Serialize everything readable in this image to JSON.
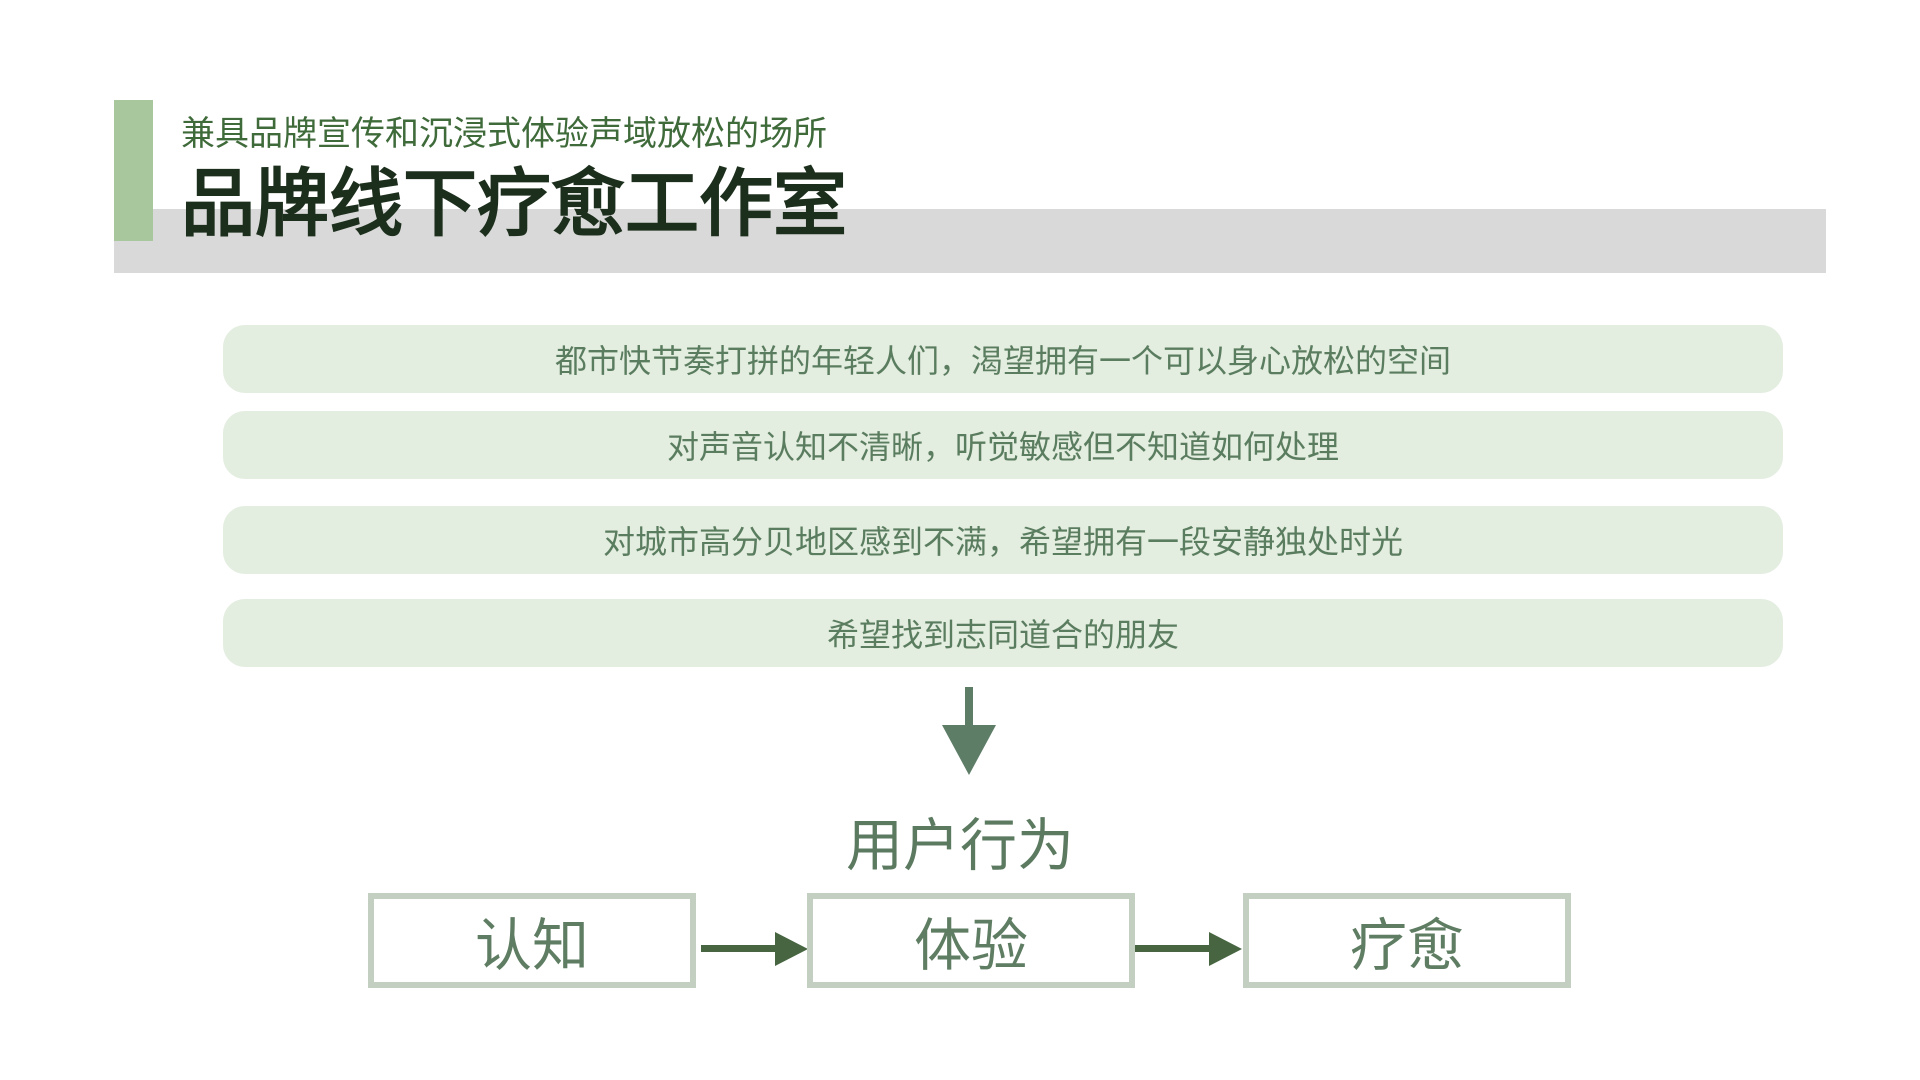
{
  "header": {
    "subtitle": "兼具品牌宣传和沉浸式体验声域放松的场所",
    "title": "品牌线下疗愈工作室"
  },
  "needs": [
    "都市快节奏打拼的年轻人们，渴望拥有一个可以身心放松的空间",
    "对声音认知不清晰，听觉敏感但不知道如何处理",
    "对城市高分贝地区感到不满，希望拥有一段安静独处时光",
    "希望找到志同道合的朋友"
  ],
  "behavior": {
    "title": "用户行为",
    "steps": [
      "认知",
      "体验",
      "疗愈"
    ]
  },
  "colors": {
    "accent": "#a9c79c",
    "pill": "#e3ede0",
    "arrow": "#466540",
    "box_border": "#c2cfc1"
  }
}
